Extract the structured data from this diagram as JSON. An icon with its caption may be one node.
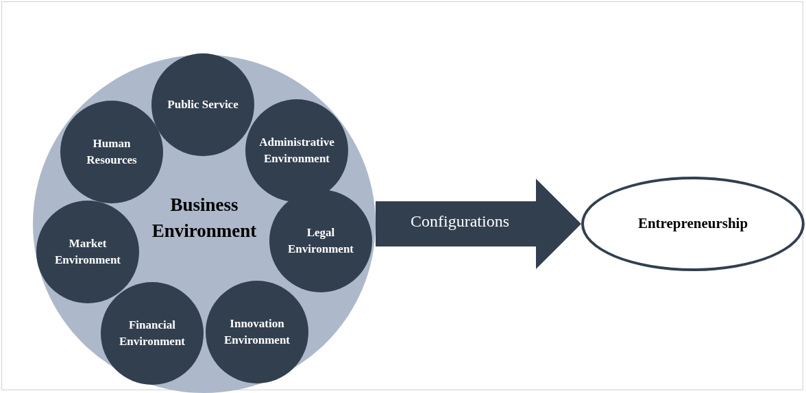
{
  "diagram": {
    "nodes": [
      {
        "text": [
          "Business Environment"
        ]
      },
      {
        "text": [
          "Public Service"
        ],
        "in": 0
      },
      {
        "text": [
          "Administrative Environment"
        ],
        "in": 0
      },
      {
        "text": [
          "Legal Environment"
        ],
        "in": 0
      },
      {
        "text": [
          "Innovation Environment"
        ],
        "in": 0
      },
      {
        "text": [
          "Financial Environment"
        ],
        "in": 0
      },
      {
        "text": [
          "Market Environment"
        ],
        "in": 0
      },
      {
        "text": [
          "Human Resources"
        ],
        "in": 0
      },
      {
        "text": [
          "Entrepreneurship"
        ]
      }
    ],
    "edges": [
      {
        "from": 0,
        "to": 8,
        "arrow": "to",
        "label": "Configurations"
      }
    ]
  }
}
